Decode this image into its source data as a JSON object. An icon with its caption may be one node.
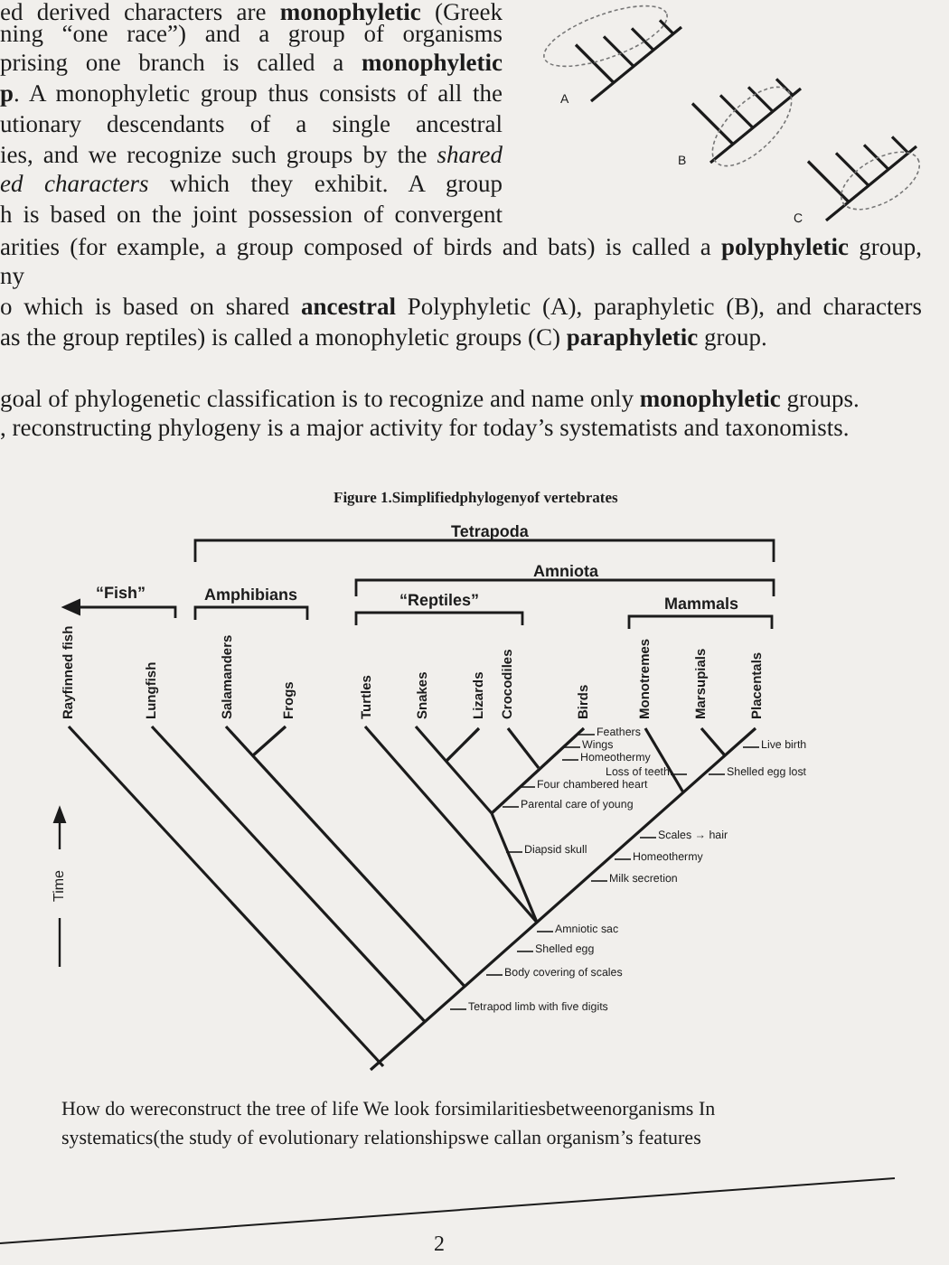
{
  "diagram": {
    "title": "Figure 1.Simplifiedphylogenyof vertebrates",
    "labels": [
      "ed derived characters are **monophyletic** (Greek",
      "ning “one race”) and a group of organisms",
      "prising one branch is called a **monophyletic**",
      "**p**. A monophyletic group thus consists of all the",
      "utionary descendants of a single ancestral",
      "ies, and we recognize such groups by the *shared*",
      "*ed characters* which they exhibit. A group",
      "h is based on the joint possession of convergent",
      "arities (for example, a group composed of birds and bats) is called a **polyphyletic** group,",
      "ny",
      "o which is based on shared **ancestral** Polyphyletic (A), paraphyletic (B), and characters",
      "as the group reptiles) is called a monophyletic groups (C) **paraphyletic** group.",
      "goal of phylogenetic classification is to recognize and name only **monophyletic** groups.",
      ", reconstructing phylogeny is a major activity for today’s systematists and taxonomists.",
      "A",
      "B",
      "C",
      "Tetrapoda",
      "Amniota",
      "“Fish”",
      "Amphibians",
      "“Reptiles”",
      "Mammals",
      "Rayfinned fish",
      "Lungfish",
      "Salamanders",
      "Frogs",
      "Turtles",
      "Snakes",
      "Lizards",
      "Crocodiles",
      "Birds",
      "Monotremes",
      "Marsupials",
      "Placentals",
      "Feathers",
      "Wings",
      "Homeothermy",
      "Loss of teeth",
      "Live birth",
      "Shelled egg lost",
      "Four chambered heart",
      "Parental care of young",
      "Scales → hair",
      "Diapsid skull",
      "Homeothermy",
      "Milk secretion",
      "Amniotic sac",
      "Shelled egg",
      "Body covering of scales",
      "Tetrapod limb with five digits",
      "Time",
      "How do wereconstruct the tree of life  We look forsimilaritiesbetweenorganisms In",
      "systematics(the study of evolutionary relationshipswe callan organism’s features",
      "2"
    ]
  }
}
